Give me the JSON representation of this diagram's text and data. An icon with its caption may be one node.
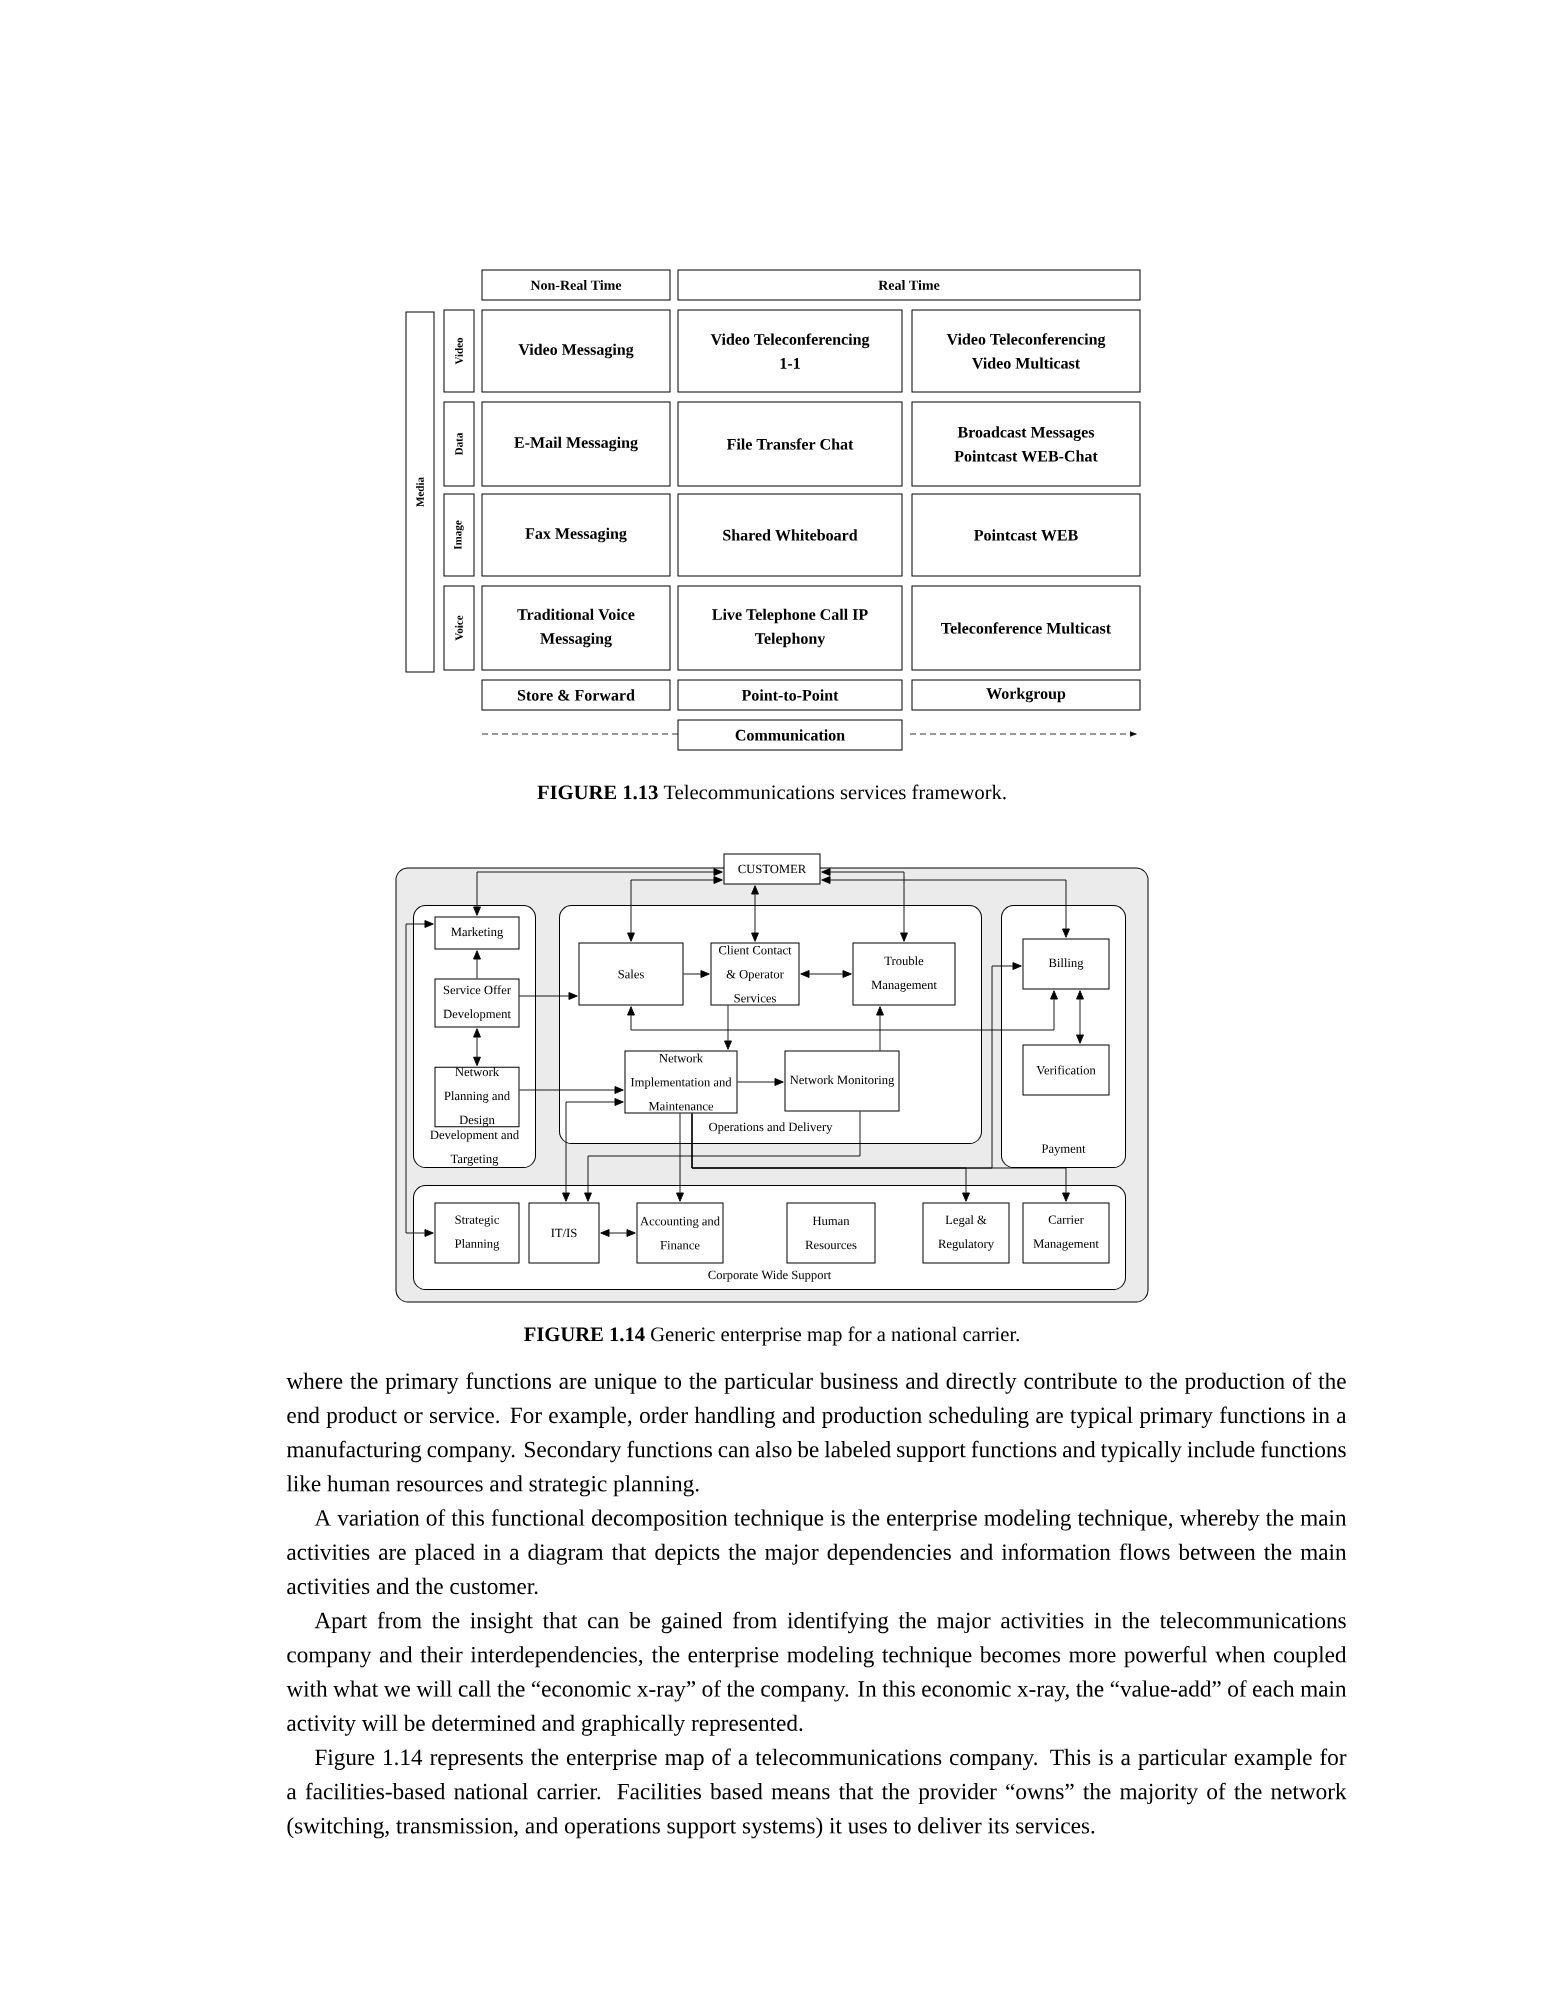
{
  "diagram": {
    "nodes": [
      {
        "text": [
          "Non-Real Time"
        ]
      },
      {
        "text": [
          "Real Time"
        ]
      },
      {
        "text": [
          "Media"
        ]
      },
      {
        "text": [
          "Video"
        ]
      },
      {
        "text": [
          "Data"
        ]
      },
      {
        "text": [
          "Image"
        ]
      },
      {
        "text": [
          "Voice"
        ]
      },
      {
        "text": [
          "Video Messaging"
        ]
      },
      {
        "text": [
          "Video Teleconferencing 1-1"
        ]
      },
      {
        "text": [
          "Video Teleconferencing Video Multicast"
        ]
      },
      {
        "text": [
          "E-Mail Messaging"
        ]
      },
      {
        "text": [
          "File Transfer Chat"
        ]
      },
      {
        "text": [
          "Broadcast Messages Pointcast WEB-Chat"
        ]
      },
      {
        "text": [
          "Fax Messaging"
        ]
      },
      {
        "text": [
          "Shared Whiteboard"
        ]
      },
      {
        "text": [
          "Pointcast WEB"
        ]
      },
      {
        "text": [
          "Traditional Voice Messaging"
        ]
      },
      {
        "text": [
          "Live Telephone Call IP Telephony"
        ]
      },
      {
        "text": [
          "Teleconference Multicast"
        ]
      },
      {
        "text": [
          "Store & Forward"
        ]
      },
      {
        "text": [
          "Point-to-Point"
        ]
      },
      {
        "text": [
          "Workgroup"
        ]
      },
      {
        "text": [
          "Communication"
        ]
      },
      {
        "text": [],
        "shape": "box"
      },
      {
        "text": [
          "CUSTOMER"
        ]
      },
      {
        "text": [
          "Development and Targeting"
        ],
        "in": 23
      },
      {
        "text": [
          "Marketing"
        ],
        "in": 25
      },
      {
        "text": [
          "Service Offer Development"
        ],
        "in": 25
      },
      {
        "text": [
          "Network Planning and Design"
        ],
        "in": 25
      },
      {
        "text": [
          "Operations and Delivery"
        ],
        "in": 23
      },
      {
        "text": [
          "Sales"
        ],
        "in": 29
      },
      {
        "text": [
          "Client Contact & Operator Services"
        ],
        "in": 29
      },
      {
        "text": [
          "Trouble Management"
        ],
        "in": 29
      },
      {
        "text": [
          "Network Implementation and Maintenance"
        ],
        "in": 29
      },
      {
        "text": [
          "Network Monitoring"
        ],
        "in": 29
      },
      {
        "text": [
          "Payment"
        ],
        "in": 23
      },
      {
        "text": [
          "Billing"
        ],
        "in": 35
      },
      {
        "text": [
          "Verification"
        ],
        "in": 35
      },
      {
        "text": [
          "Corporate Wide Support"
        ],
        "in": 23
      },
      {
        "text": [
          "Strategic Planning"
        ],
        "in": 38
      },
      {
        "text": [
          "IT/IS"
        ],
        "in": 38
      },
      {
        "text": [
          "Accounting and Finance"
        ],
        "in": 38
      },
      {
        "text": [
          "Human Resources"
        ],
        "in": 38
      },
      {
        "text": [
          "Legal & Regulatory"
        ],
        "in": 38
      },
      {
        "text": [
          "Carrier Management"
        ],
        "in": 38
      }
    ],
    "edges": [
      {
        "from": 24,
        "to": 26,
        "arrow": "both"
      },
      {
        "from": 24,
        "to": 30,
        "arrow": "both"
      },
      {
        "from": 24,
        "to": 31,
        "arrow": "both"
      },
      {
        "from": 24,
        "to": 32,
        "arrow": "both"
      },
      {
        "from": 24,
        "to": 36,
        "arrow": "both"
      },
      {
        "from": 27,
        "to": 26,
        "arrow": "to"
      },
      {
        "from": 27,
        "to": 30,
        "arrow": "to"
      },
      {
        "from": 27,
        "to": 28,
        "arrow": "both"
      },
      {
        "from": 30,
        "to": 31,
        "arrow": "to"
      },
      {
        "from": 31,
        "to": 32,
        "arrow": "both"
      },
      {
        "from": 36,
        "to": 30,
        "arrow": "both"
      },
      {
        "from": 36,
        "to": 37,
        "arrow": "both"
      },
      {
        "from": 31,
        "to": 33,
        "arrow": "to"
      },
      {
        "from": 33,
        "to": 34,
        "arrow": "to"
      },
      {
        "from": 34,
        "to": 32,
        "arrow": "to"
      },
      {
        "from": 28,
        "to": 33,
        "arrow": "to"
      },
      {
        "from": 40,
        "to": 33,
        "arrow": "both"
      },
      {
        "from": 34,
        "to": 40,
        "arrow": "to"
      },
      {
        "from": 33,
        "to": 41,
        "arrow": "to"
      },
      {
        "from": 33,
        "to": 43,
        "arrow": "to"
      },
      {
        "from": 33,
        "to": 44,
        "arrow": "to"
      },
      {
        "from": 33,
        "to": 36,
        "arrow": "to"
      },
      {
        "from": 40,
        "to": 41,
        "arrow": "both"
      },
      {
        "from": 39,
        "to": 26,
        "arrow": "both"
      }
    ],
    "labels": [
      "**FIGURE 1.13**  Telecommunications services framework.",
      "**FIGURE 1.14**  Generic enterprise map for a national carrier.",
      "where the primary functions are unique to the particular business and directly contribute to the production of the end product or service. For example, order handling and production scheduling are typical primary functions in a manufacturing company. Secondary functions can also be labeled support functions and typically include functions like human resources and strategic planning.",
      "A variation of this functional decomposition technique is the enterprise modeling technique, whereby the main activities are placed in a diagram that depicts the major dependencies and information flows between the main activities and the customer.",
      "Apart from the insight that can be gained from identifying the major activities in the telecommunications company and their interdependencies, the enterprise modeling technique becomes more powerful when coupled with what we will call the “economic x-ray” of the company. In this economic x-ray, the “value-add” of each main activity will be determined and graphically represented.",
      "Figure 1.14 represents the enterprise map of a telecommunications company. This is a particular example for a facilities-based national carrier. Facilities based means that the provider “owns” the majority of the network (switching, transmission, and operations support systems) it uses to deliver its services."
    ]
  }
}
